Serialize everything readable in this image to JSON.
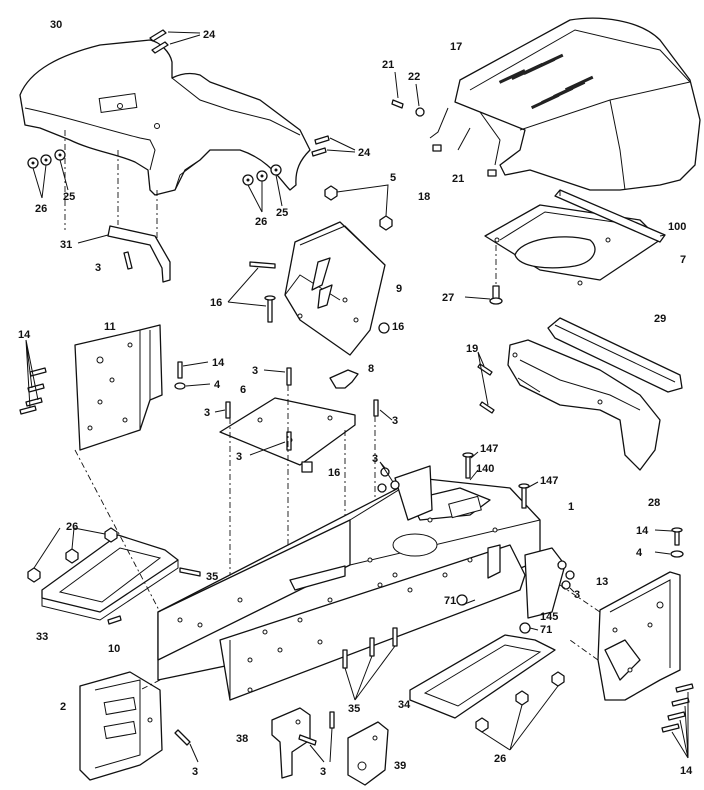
{
  "diagram": {
    "labels": {
      "n30": "30",
      "n24a": "24",
      "n24b": "24",
      "n26a": "26",
      "n25a": "25",
      "n26b": "26",
      "n25b": "25",
      "n31": "31",
      "n3a": "3",
      "n21a": "21",
      "n22": "22",
      "n17": "17",
      "n21b": "21",
      "n18": "18",
      "n5": "5",
      "n100": "100",
      "n7": "7",
      "n27": "27",
      "n16a": "16",
      "n9": "9",
      "n16b": "16",
      "n14a": "14",
      "n11": "11",
      "n3b": "3",
      "n14b": "14",
      "n4a": "4",
      "n3c": "3",
      "n6": "6",
      "n8": "8",
      "n3d": "3",
      "n19": "19",
      "n29": "29",
      "n3e": "3",
      "n16c": "16",
      "n3f": "3",
      "n147a": "147",
      "n140": "140",
      "n147b": "147",
      "n28a": "28",
      "n1": "1",
      "n26c": "26",
      "n35a": "35",
      "n33": "33",
      "n10": "10",
      "n14c": "14",
      "n4b": "4",
      "n13": "13",
      "n3g": "3",
      "n71a": "71",
      "n145": "145",
      "n71b": "71",
      "n2": "2",
      "n3h": "3",
      "n35b": "35",
      "n34": "34",
      "n38": "38",
      "n3i": "3",
      "n39": "39",
      "n26d": "26",
      "n14d": "14"
    }
  }
}
